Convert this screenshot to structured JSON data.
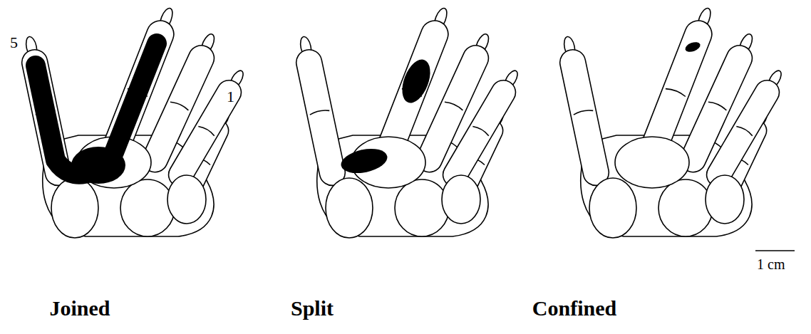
{
  "diagram": {
    "labels": [
      "5",
      "1",
      "1 cm",
      "Joined",
      "Split",
      "Confined"
    ]
  }
}
